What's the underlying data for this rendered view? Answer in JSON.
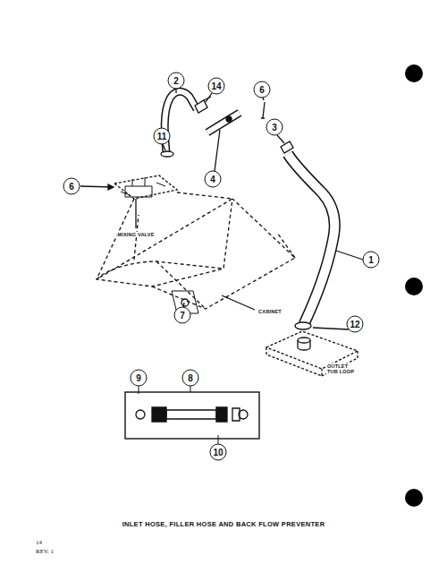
{
  "diagram": {
    "title": "INLET HOSE, FILLER HOSE AND BACK FLOW PREVENTER",
    "labels": [
      "2",
      "14",
      "6",
      "3",
      "11",
      "6",
      "4",
      "1",
      "7",
      "12",
      "9",
      "8",
      "10",
      "MIXING VALVE",
      "CABINET",
      "OUTLET TUB LOOP",
      "14",
      "REV. 1"
    ]
  }
}
